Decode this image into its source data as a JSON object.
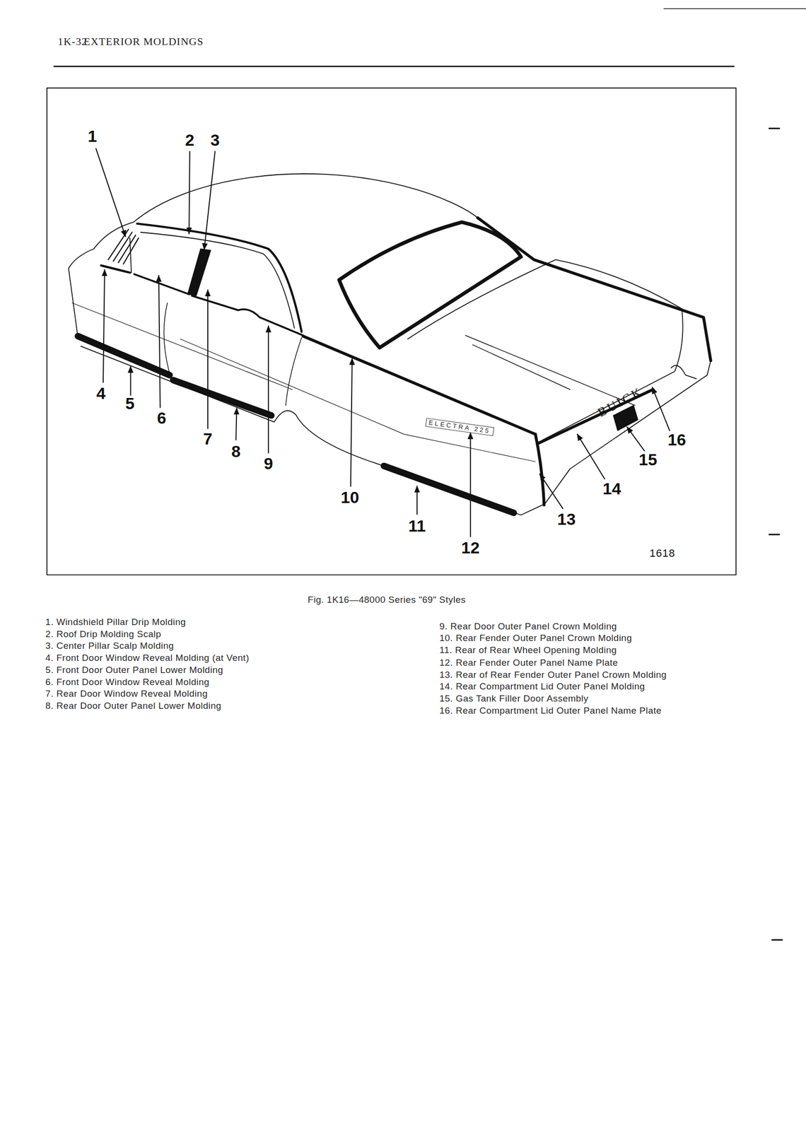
{
  "diagram": {
    "title": "EXTERIOR MOLDINGS",
    "caption": "Fig. 1K16—48000 Series \"69\" Styles",
    "labels": [
      "1K-32",
      "1",
      "2",
      "3",
      "4",
      "5",
      "6",
      "7",
      "8",
      "9",
      "10",
      "11",
      "12",
      "13",
      "14",
      "15",
      "16",
      "BUICK",
      "ELECTRA 225",
      "1618",
      "1. Windshield Pillar Drip Molding",
      "2. Roof Drip Molding Scalp",
      "3. Center Pillar Scalp Molding",
      "4. Front Door Window Reveal Molding (at Vent)",
      "5. Front Door Outer Panel Lower Molding",
      "6. Front Door Window Reveal Molding",
      "7. Rear Door Window Reveal Molding",
      "8. Rear Door Outer Panel Lower Molding",
      "9. Rear Door Outer Panel Crown Molding",
      "10. Rear Fender Outer Panel Crown Molding",
      "11. Rear of Rear Wheel Opening Molding",
      "12. Rear Fender Outer Panel Name Plate",
      "13. Rear of Rear Fender Outer Panel Crown Molding",
      "14. Rear Compartment Lid Outer Panel Molding",
      "15. Gas Tank Filler Door Assembly",
      "16. Rear Compartment Lid Outer Panel Name Plate"
    ]
  }
}
